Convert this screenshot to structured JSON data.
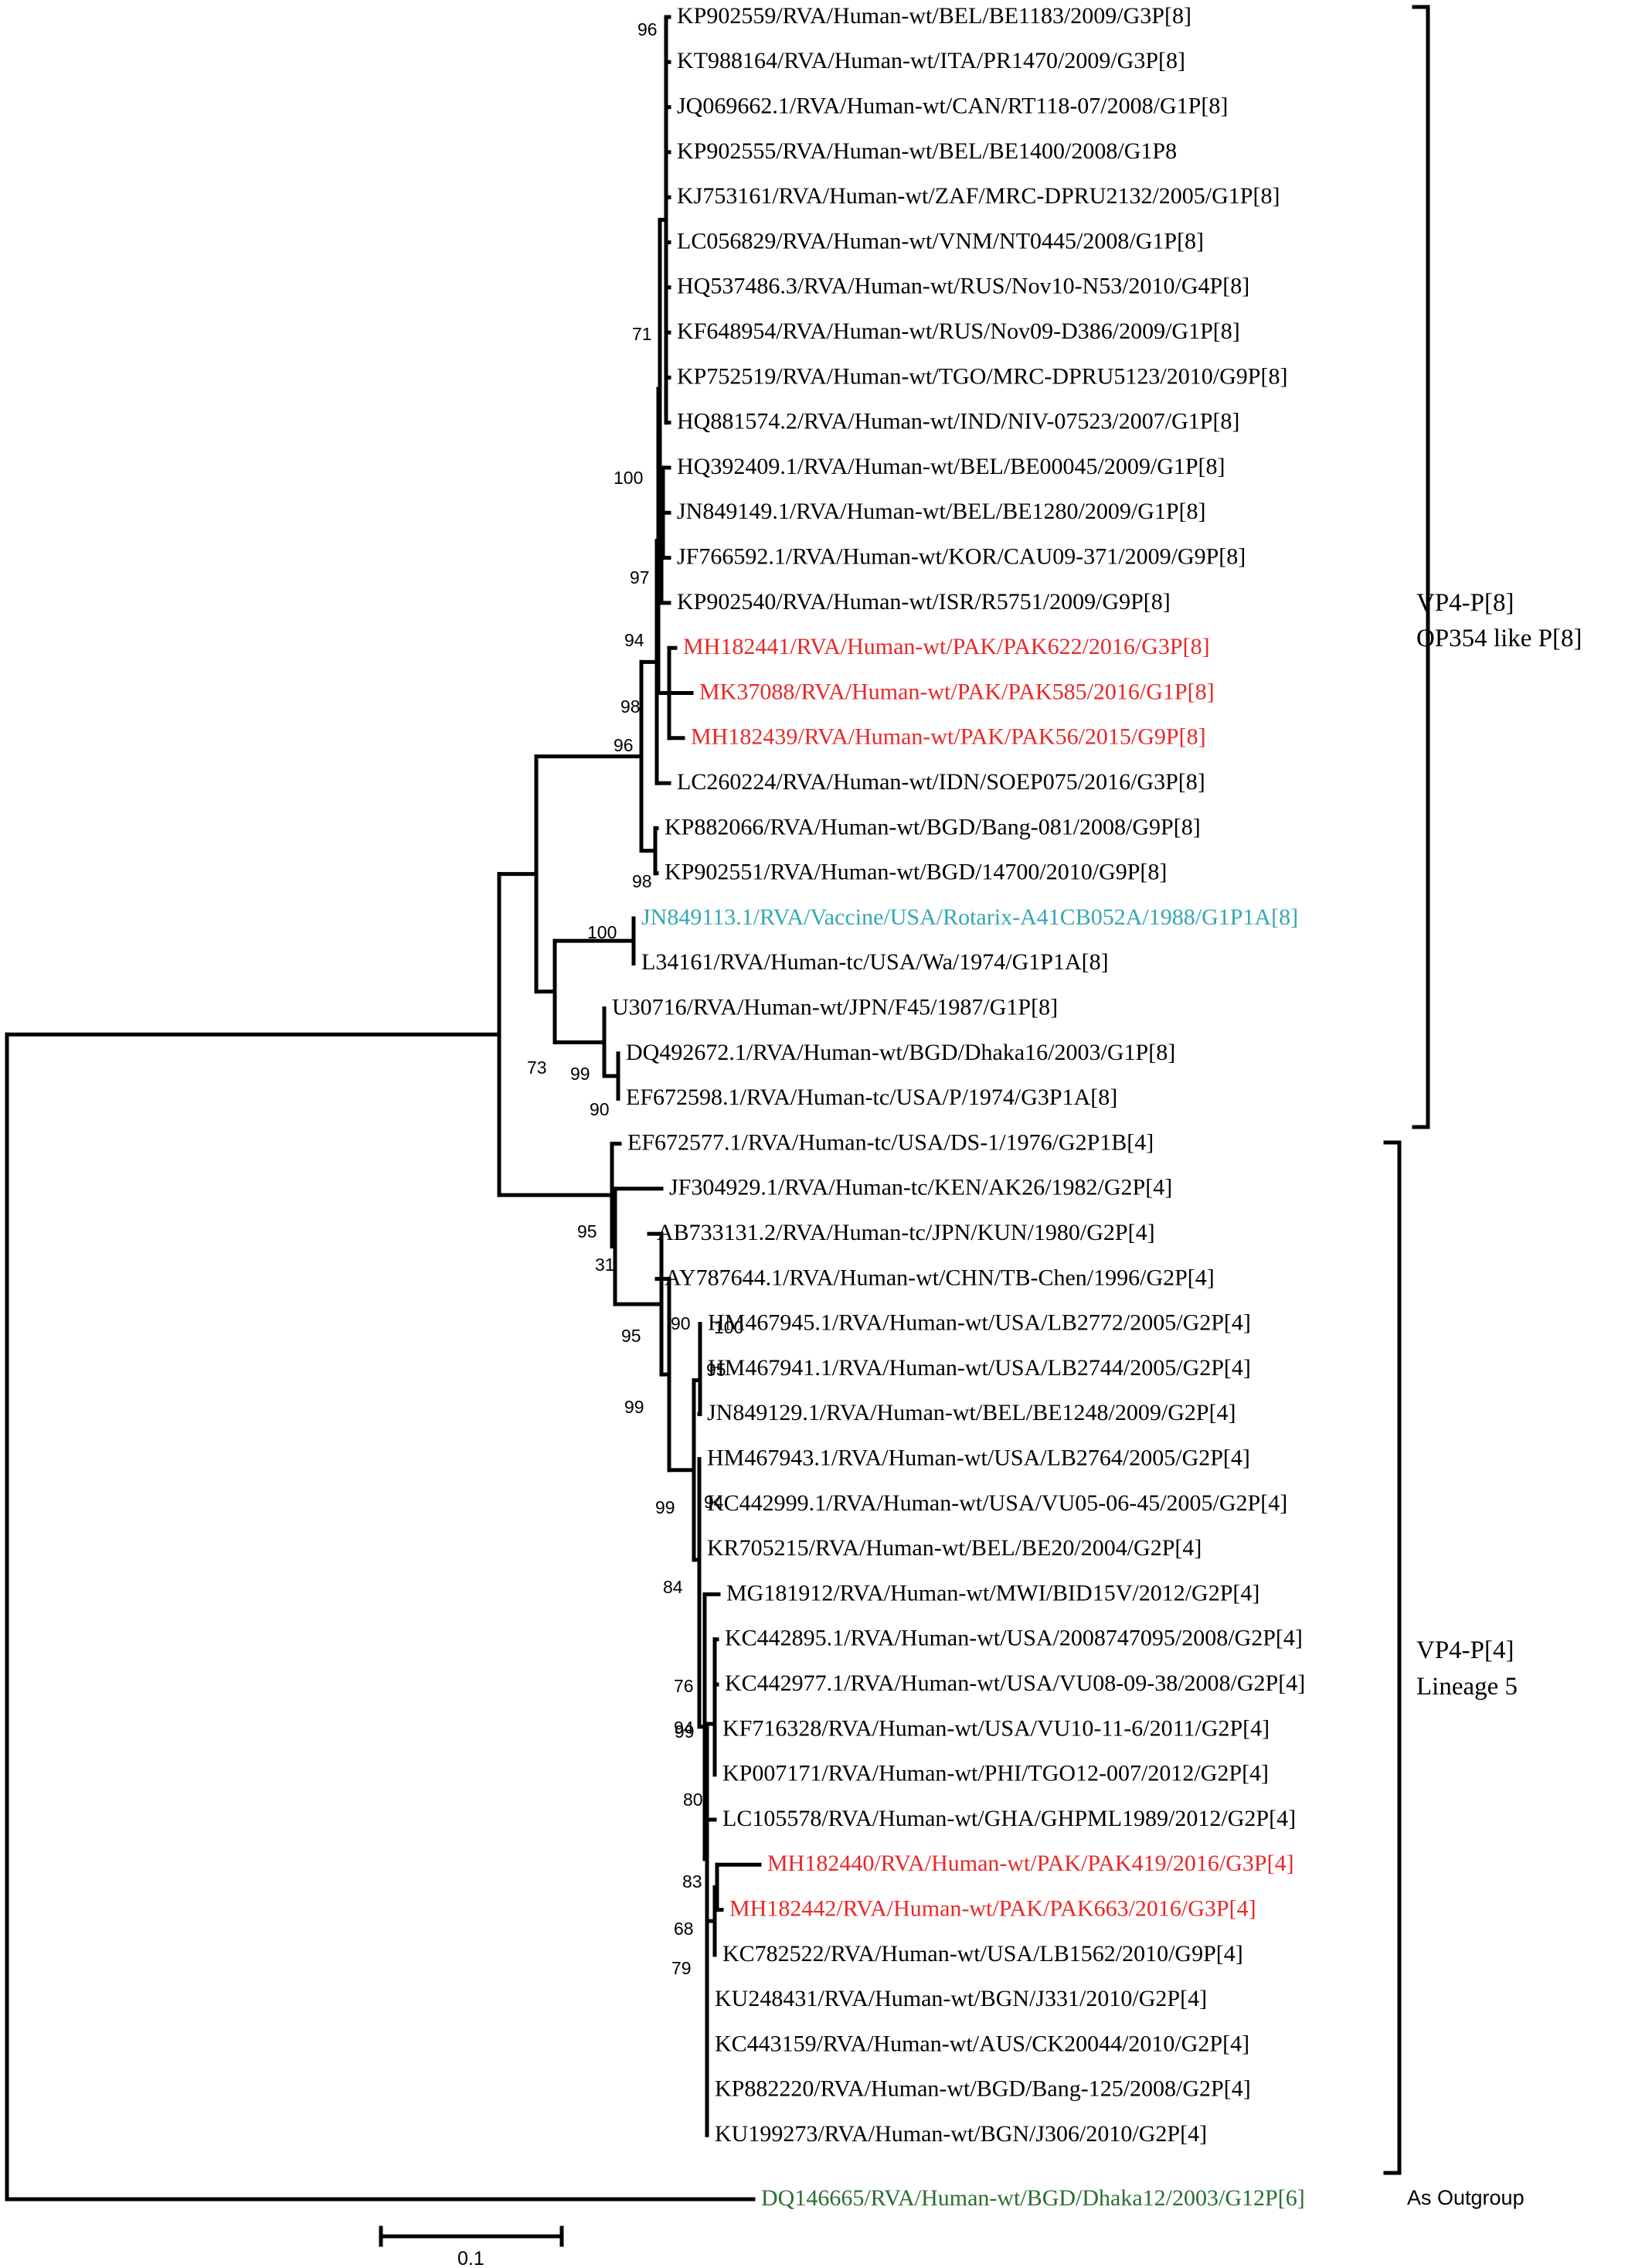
{
  "colors": {
    "branch": "#000000",
    "default_text": "#000000",
    "pakistan_strains": "#e8282a",
    "vaccine_strain": "#35a7b1",
    "outgroup": "#2a6e30"
  },
  "taxa": [
    {
      "label": "KP902559/RVA/Human-wt/BEL/BE1183/2009/G3P[8]",
      "color": "default"
    },
    {
      "label": "KT988164/RVA/Human-wt/ITA/PR1470/2009/G3P[8]",
      "color": "default"
    },
    {
      "label": "JQ069662.1/RVA/Human-wt/CAN/RT118-07/2008/G1P[8]",
      "color": "default"
    },
    {
      "label": "KP902555/RVA/Human-wt/BEL/BE1400/2008/G1P8",
      "color": "default"
    },
    {
      "label": "KJ753161/RVA/Human-wt/ZAF/MRC-DPRU2132/2005/G1P[8]",
      "color": "default"
    },
    {
      "label": "LC056829/RVA/Human-wt/VNM/NT0445/2008/G1P[8]",
      "color": "default"
    },
    {
      "label": "HQ537486.3/RVA/Human-wt/RUS/Nov10-N53/2010/G4P[8]",
      "color": "default"
    },
    {
      "label": "KF648954/RVA/Human-wt/RUS/Nov09-D386/2009/G1P[8]",
      "color": "default"
    },
    {
      "label": "KP752519/RVA/Human-wt/TGO/MRC-DPRU5123/2010/G9P[8]",
      "color": "default"
    },
    {
      "label": "HQ881574.2/RVA/Human-wt/IND/NIV-07523/2007/G1P[8]",
      "color": "default"
    },
    {
      "label": "HQ392409.1/RVA/Human-wt/BEL/BE00045/2009/G1P[8]",
      "color": "default"
    },
    {
      "label": "JN849149.1/RVA/Human-wt/BEL/BE1280/2009/G1P[8]",
      "color": "default"
    },
    {
      "label": "JF766592.1/RVA/Human-wt/KOR/CAU09-371/2009/G9P[8]",
      "color": "default"
    },
    {
      "label": "KP902540/RVA/Human-wt/ISR/R5751/2009/G9P[8]",
      "color": "default"
    },
    {
      "label": "MH182441/RVA/Human-wt/PAK/PAK622/2016/G3P[8]",
      "color": "pakistan"
    },
    {
      "label": "MK37088/RVA/Human-wt/PAK/PAK585/2016/G1P[8]",
      "color": "pakistan"
    },
    {
      "label": "MH182439/RVA/Human-wt/PAK/PAK56/2015/G9P[8]",
      "color": "pakistan"
    },
    {
      "label": "LC260224/RVA/Human-wt/IDN/SOEP075/2016/G3P[8]",
      "color": "default"
    },
    {
      "label": "KP882066/RVA/Human-wt/BGD/Bang-081/2008/G9P[8]",
      "color": "default"
    },
    {
      "label": "KP902551/RVA/Human-wt/BGD/14700/2010/G9P[8]",
      "color": "default"
    },
    {
      "label": "JN849113.1/RVA/Vaccine/USA/Rotarix-A41CB052A/1988/G1P1A[8]",
      "color": "vaccine"
    },
    {
      "label": "L34161/RVA/Human-tc/USA/Wa/1974/G1P1A[8]",
      "color": "default"
    },
    {
      "label": "U30716/RVA/Human-wt/JPN/F45/1987/G1P[8]",
      "color": "default"
    },
    {
      "label": "DQ492672.1/RVA/Human-wt/BGD/Dhaka16/2003/G1P[8]",
      "color": "default"
    },
    {
      "label": "EF672598.1/RVA/Human-tc/USA/P/1974/G3P1A[8]",
      "color": "default"
    },
    {
      "label": "EF672577.1/RVA/Human-tc/USA/DS-1/1976/G2P1B[4]",
      "color": "default"
    },
    {
      "label": "JF304929.1/RVA/Human-tc/KEN/AK26/1982/G2P[4]",
      "color": "default"
    },
    {
      "label": "AB733131.2/RVA/Human-tc/JPN/KUN/1980/G2P[4]",
      "color": "default"
    },
    {
      "label": "AY787644.1/RVA/Human-wt/CHN/TB-Chen/1996/G2P[4]",
      "color": "default"
    },
    {
      "label": "HM467945.1/RVA/Human-wt/USA/LB2772/2005/G2P[4]",
      "color": "default"
    },
    {
      "label": "HM467941.1/RVA/Human-wt/USA/LB2744/2005/G2P[4]",
      "color": "default"
    },
    {
      "label": "JN849129.1/RVA/Human-wt/BEL/BE1248/2009/G2P[4]",
      "color": "default"
    },
    {
      "label": "HM467943.1/RVA/Human-wt/USA/LB2764/2005/G2P[4]",
      "color": "default"
    },
    {
      "label": "KC442999.1/RVA/Human-wt/USA/VU05-06-45/2005/G2P[4]",
      "color": "default"
    },
    {
      "label": "KR705215/RVA/Human-wt/BEL/BE20/2004/G2P[4]",
      "color": "default"
    },
    {
      "label": "MG181912/RVA/Human-wt/MWI/BID15V/2012/G2P[4]",
      "color": "default"
    },
    {
      "label": "KC442895.1/RVA/Human-wt/USA/2008747095/2008/G2P[4]",
      "color": "default"
    },
    {
      "label": "KC442977.1/RVA/Human-wt/USA/VU08-09-38/2008/G2P[4]",
      "color": "default"
    },
    {
      "label": "KF716328/RVA/Human-wt/USA/VU10-11-6/2011/G2P[4]",
      "color": "default"
    },
    {
      "label": "KP007171/RVA/Human-wt/PHI/TGO12-007/2012/G2P[4]",
      "color": "default"
    },
    {
      "label": "LC105578/RVA/Human-wt/GHA/GHPML1989/2012/G2P[4]",
      "color": "default"
    },
    {
      "label": "MH182440/RVA/Human-wt/PAK/PAK419/2016/G3P[4]",
      "color": "pakistan"
    },
    {
      "label": "MH182442/RVA/Human-wt/PAK/PAK663/2016/G3P[4]",
      "color": "pakistan"
    },
    {
      "label": "KC782522/RVA/Human-wt/USA/LB1562/2010/G9P[4]",
      "color": "default"
    },
    {
      "label": "KU248431/RVA/Human-wt/BGN/J331/2010/G2P[4]",
      "color": "default"
    },
    {
      "label": "KC443159/RVA/Human-wt/AUS/CK20044/2010/G2P[4]",
      "color": "default"
    },
    {
      "label": "KP882220/RVA/Human-wt/BGD/Bang-125/2008/G2P[4]",
      "color": "default"
    },
    {
      "label": "KU199273/RVA/Human-wt/BGN/J306/2010/G2P[4]",
      "color": "default"
    },
    {
      "label": "DQ146665/RVA/Human-wt/BGD/Dhaka12/2003/G12P[6]",
      "color": "outgroup"
    }
  ],
  "bootstrap_values": [
    "96",
    "71",
    "100",
    "97",
    "94",
    "98",
    "96",
    "98",
    "100",
    "73",
    "99",
    "90",
    "95",
    "31",
    "95",
    "90",
    "100",
    "99",
    "95",
    "99",
    "94",
    "84",
    "76",
    "94",
    "99",
    "80",
    "83",
    "68",
    "79"
  ],
  "clades": [
    {
      "line1": "VP4-P[8]",
      "line2": "OP354 like P[8]"
    },
    {
      "line1": "VP4-P[4]",
      "line2": "Lineage 5"
    }
  ],
  "outgroup_note": "As Outgroup",
  "scale_bar": {
    "label": "0.1",
    "value": 0.1
  }
}
